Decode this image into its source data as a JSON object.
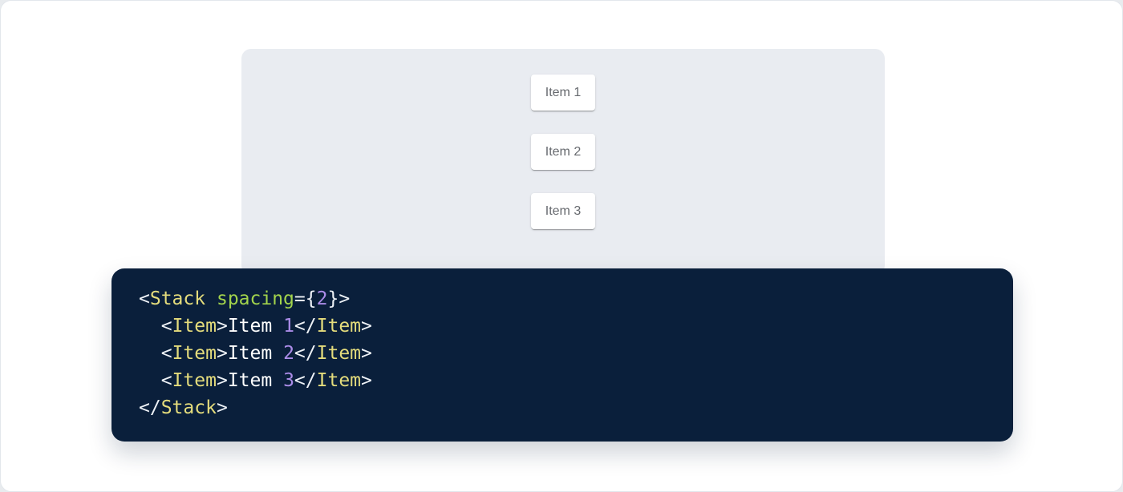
{
  "colors": {
    "page-bg": "#e8ebee",
    "card-bg": "#ffffff",
    "card-border": "#e3e7ec",
    "panel-bg": "#e9ecf1",
    "item-bg": "#ffffff",
    "item-text": "#66696e",
    "code-bg": "#0a1f3b",
    "tok-tag": "#e4dc7c",
    "tok-attr": "#a2d34c",
    "tok-num": "#ab8ce8",
    "tok-punc": "#eef2f7",
    "tok-plain": "#ffffff"
  },
  "demo": {
    "items": [
      {
        "label": "Item 1"
      },
      {
        "label": "Item 2"
      },
      {
        "label": "Item 3"
      }
    ]
  },
  "code": {
    "language": "jsx",
    "lines": [
      [
        [
          "punc",
          "<"
        ],
        [
          "tag",
          "Stack"
        ],
        [
          "plain",
          " "
        ],
        [
          "attr",
          "spacing"
        ],
        [
          "punc",
          "={"
        ],
        [
          "num",
          "2"
        ],
        [
          "punc",
          "}>"
        ]
      ],
      [
        [
          "plain",
          "  "
        ],
        [
          "punc",
          "<"
        ],
        [
          "tag",
          "Item"
        ],
        [
          "punc",
          ">"
        ],
        [
          "plain",
          "Item "
        ],
        [
          "num",
          "1"
        ],
        [
          "punc",
          "</"
        ],
        [
          "tag",
          "Item"
        ],
        [
          "punc",
          ">"
        ]
      ],
      [
        [
          "plain",
          "  "
        ],
        [
          "punc",
          "<"
        ],
        [
          "tag",
          "Item"
        ],
        [
          "punc",
          ">"
        ],
        [
          "plain",
          "Item "
        ],
        [
          "num",
          "2"
        ],
        [
          "punc",
          "</"
        ],
        [
          "tag",
          "Item"
        ],
        [
          "punc",
          ">"
        ]
      ],
      [
        [
          "plain",
          "  "
        ],
        [
          "punc",
          "<"
        ],
        [
          "tag",
          "Item"
        ],
        [
          "punc",
          ">"
        ],
        [
          "plain",
          "Item "
        ],
        [
          "num",
          "3"
        ],
        [
          "punc",
          "</"
        ],
        [
          "tag",
          "Item"
        ],
        [
          "punc",
          ">"
        ]
      ],
      [
        [
          "punc",
          "</"
        ],
        [
          "tag",
          "Stack"
        ],
        [
          "punc",
          ">"
        ]
      ]
    ]
  }
}
